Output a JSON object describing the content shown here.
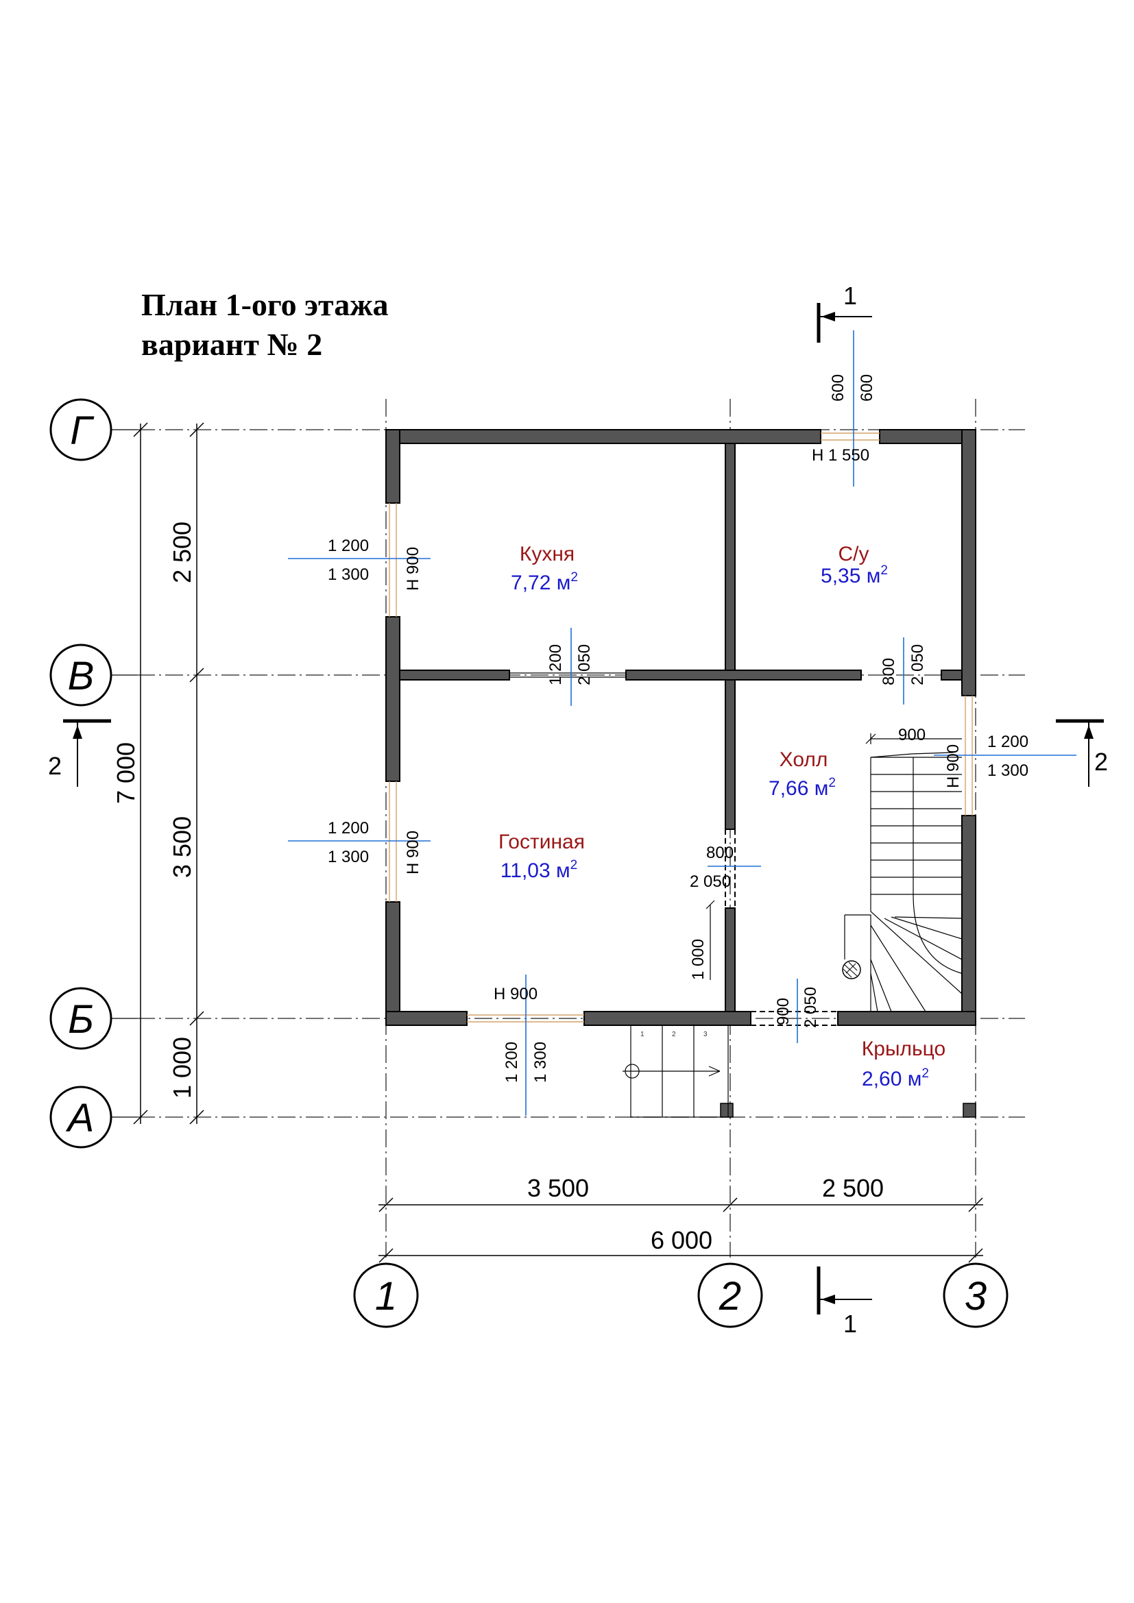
{
  "title": {
    "line1": "План 1-ого этажа",
    "line2": "вариант № 2"
  },
  "axes": {
    "rows": [
      "Г",
      "В",
      "Б",
      "А"
    ],
    "columns": [
      "1",
      "2",
      "3"
    ]
  },
  "dimensions": {
    "left": {
      "total": "7 000",
      "g_v": "2 500",
      "v_b": "3 500",
      "b_a": "1 000"
    },
    "bottom": {
      "c1_c2": "3 500",
      "c2_c3": "2 500",
      "total": "6 000"
    }
  },
  "section_marks": {
    "s1": "1",
    "s2": "2"
  },
  "rooms": [
    {
      "name": "Кухня",
      "area": "7,72",
      "unit": "м",
      "sup": "2"
    },
    {
      "name": "С/у",
      "area": "5,35",
      "unit": "м",
      "sup": "2"
    },
    {
      "name": "Холл",
      "area": "7,66",
      "unit": "м",
      "sup": "2"
    },
    {
      "name": "Гостиная",
      "area": "11,03",
      "unit": "м",
      "sup": "2"
    },
    {
      "name": "Крыльцо",
      "area": "2,60",
      "unit": "м",
      "sup": "2"
    }
  ],
  "openings": {
    "bath_window": {
      "w": "600",
      "h": "600",
      "sill": "Н  1 550"
    },
    "kitchen_window": {
      "w": "1 200",
      "h": "1 300",
      "sill": "Н  900"
    },
    "living_window_left": {
      "w": "1 200",
      "h": "1 300",
      "sill": "Н  900"
    },
    "living_window_bottom": {
      "w": "1 200",
      "h": "1 300",
      "sill": "Н  900"
    },
    "hall_window": {
      "w": "1 200",
      "h": "1 300",
      "sill": "Н  900"
    },
    "kitchen_door": {
      "w": "1 200",
      "h": "2 050"
    },
    "bath_door": {
      "w": "800",
      "h": "2 050"
    },
    "living_door": {
      "w": "800",
      "h": "2 050"
    },
    "entrance_door": {
      "w": "900",
      "h": "2 050"
    },
    "stair_width": "900",
    "partition_dim": "1 000"
  },
  "steps": [
    "1",
    "2",
    "3"
  ]
}
